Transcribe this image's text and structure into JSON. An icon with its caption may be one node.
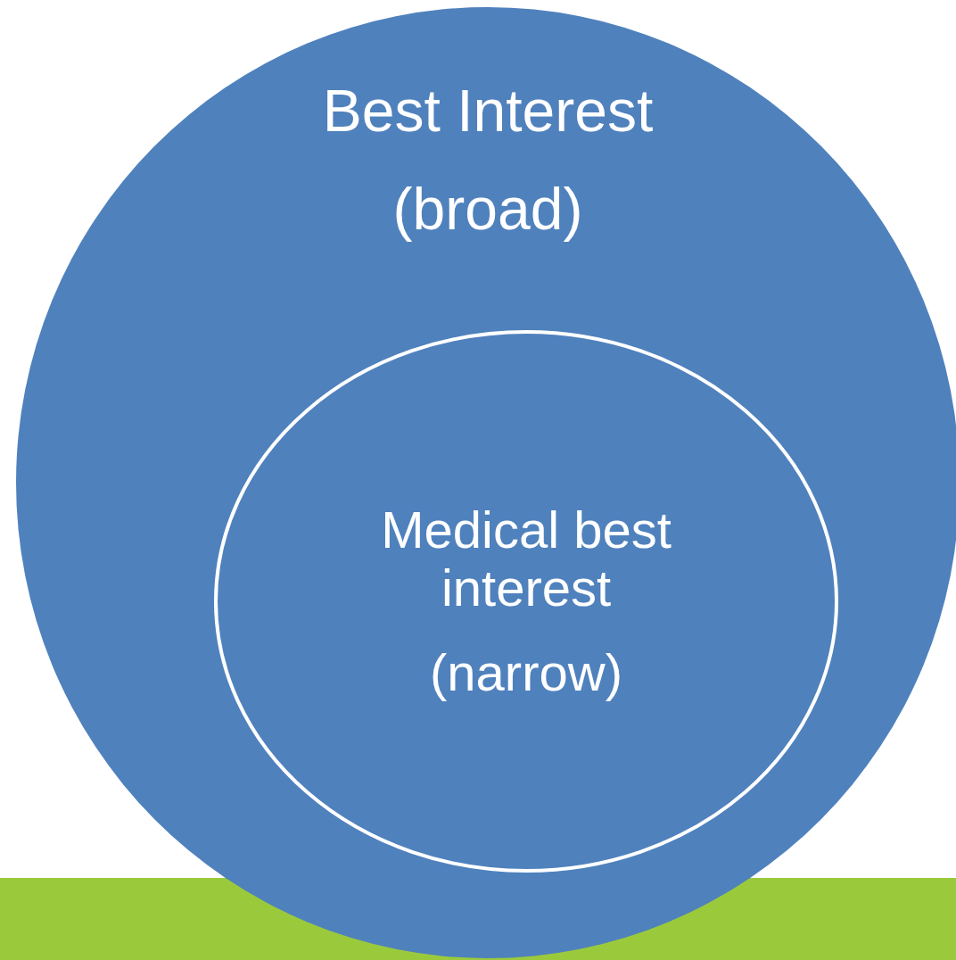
{
  "diagram": {
    "nodes": [
      {
        "text": [
          "Best Interest",
          "(broad)"
        ]
      },
      {
        "text": [
          "Medical best interest",
          "(narrow)"
        ],
        "in": 0
      }
    ]
  }
}
